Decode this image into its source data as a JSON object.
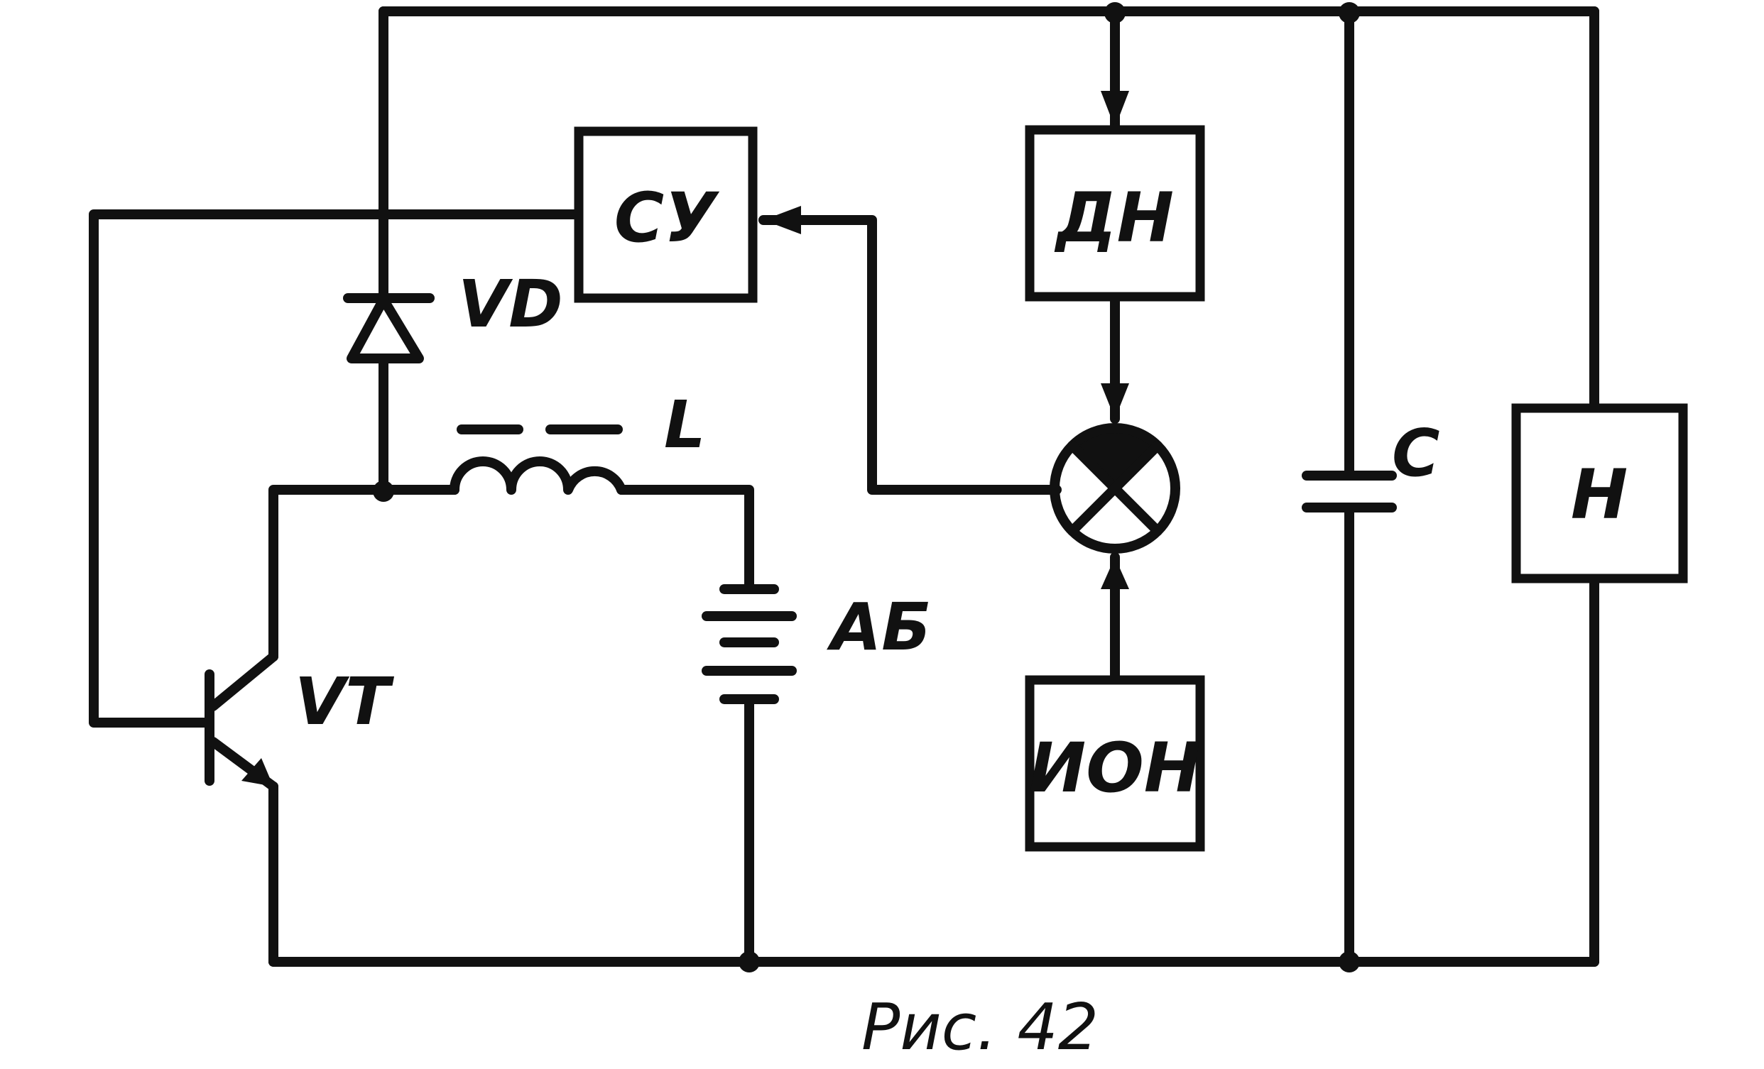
{
  "diagram": {
    "blocks": {
      "su": "СУ",
      "dn": "ДН",
      "ion": "ИОН",
      "load": "Н"
    },
    "components": {
      "diode": "VD",
      "inductor": "L",
      "battery": "АБ",
      "transistor": "VT",
      "capacitor": "C"
    },
    "caption": "Рис. 42"
  },
  "colors": {
    "ink": "#111111",
    "paper": "#ffffff"
  }
}
